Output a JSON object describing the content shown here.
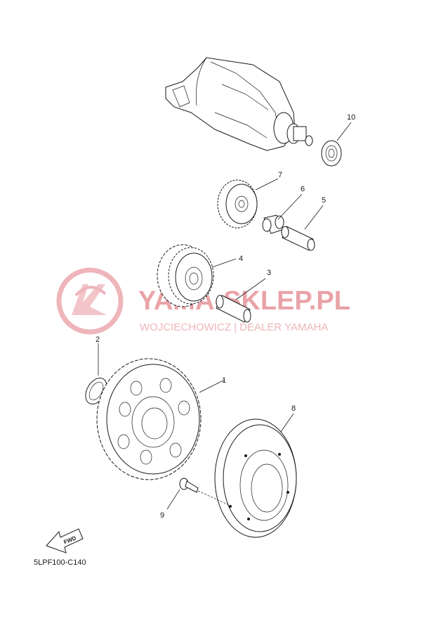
{
  "diagram": {
    "watermark": {
      "brand": "YAMA-SKLEP.PL",
      "dealer": "WOJCIECHOWICZ | DEALER YAMAHA",
      "color": "#e17a83"
    },
    "parts": [
      {
        "number": "1",
        "name": "gear-1"
      },
      {
        "number": "2",
        "name": "washer-2"
      },
      {
        "number": "3",
        "name": "shaft-3"
      },
      {
        "number": "4",
        "name": "gear-4"
      },
      {
        "number": "5",
        "name": "shaft-5"
      },
      {
        "number": "6",
        "name": "needle-bearing-6"
      },
      {
        "number": "7",
        "name": "gear-7"
      },
      {
        "number": "8",
        "name": "starter-clutch-8"
      },
      {
        "number": "9",
        "name": "bolt-9"
      },
      {
        "number": "10",
        "name": "bearing-10"
      }
    ],
    "fwd_label": "FWD",
    "drawing_code": "5LPF100-C140"
  }
}
